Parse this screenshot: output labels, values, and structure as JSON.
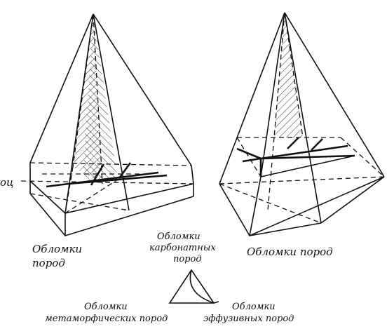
{
  "labels": {
    "left_side_fragment": "оц",
    "left_bottom_1": "Обломки",
    "left_bottom_2": "пород",
    "center_top_1": "Обломки",
    "center_top_2": "карбонатных",
    "center_top_3": "пород",
    "right_bottom": "Обломки пород",
    "small_left_1": "Обломки",
    "small_left_2": "метаморфических пород",
    "small_right_1": "Обломки",
    "small_right_2": "эффузивных пород"
  }
}
